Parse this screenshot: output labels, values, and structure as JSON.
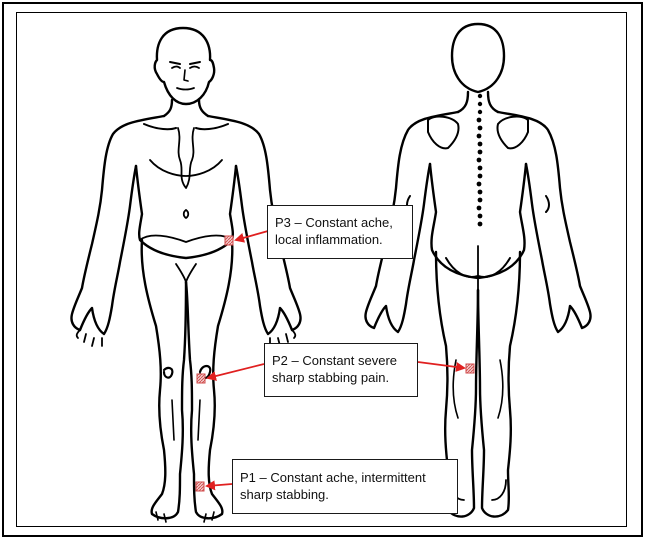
{
  "colors": {
    "marker": "#d04a4a",
    "arrow": "#e02020",
    "line": "#000000"
  },
  "callouts": {
    "p3": {
      "line1": "P3 – Constant ache,",
      "line2": "local inflammation."
    },
    "p2": {
      "line1": "P2 – Constant severe",
      "line2": "sharp stabbing pain."
    },
    "p1": {
      "line1": "P1 – Constant ache, intermittent",
      "line2": "sharp stabbing."
    }
  }
}
